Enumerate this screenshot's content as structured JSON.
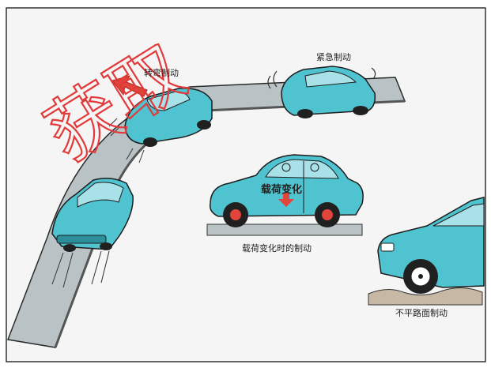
{
  "labels": {
    "turn_braking": "转弯制动",
    "emergency_braking": "紧急制动",
    "load_change": "载荷变化",
    "load_change_braking": "载荷变化时的制动",
    "uneven_road_braking": "不平路面制动"
  },
  "watermark": "获取",
  "colors": {
    "car_body": "#4fc3cf",
    "car_dark": "#2b8e9a",
    "road": "#b9c3c6",
    "road_edge": "#2a2a2a",
    "background": "#f4f5f4",
    "arrow": "#e0443a",
    "tire": "#202020",
    "watermark": "#e23a3a"
  }
}
